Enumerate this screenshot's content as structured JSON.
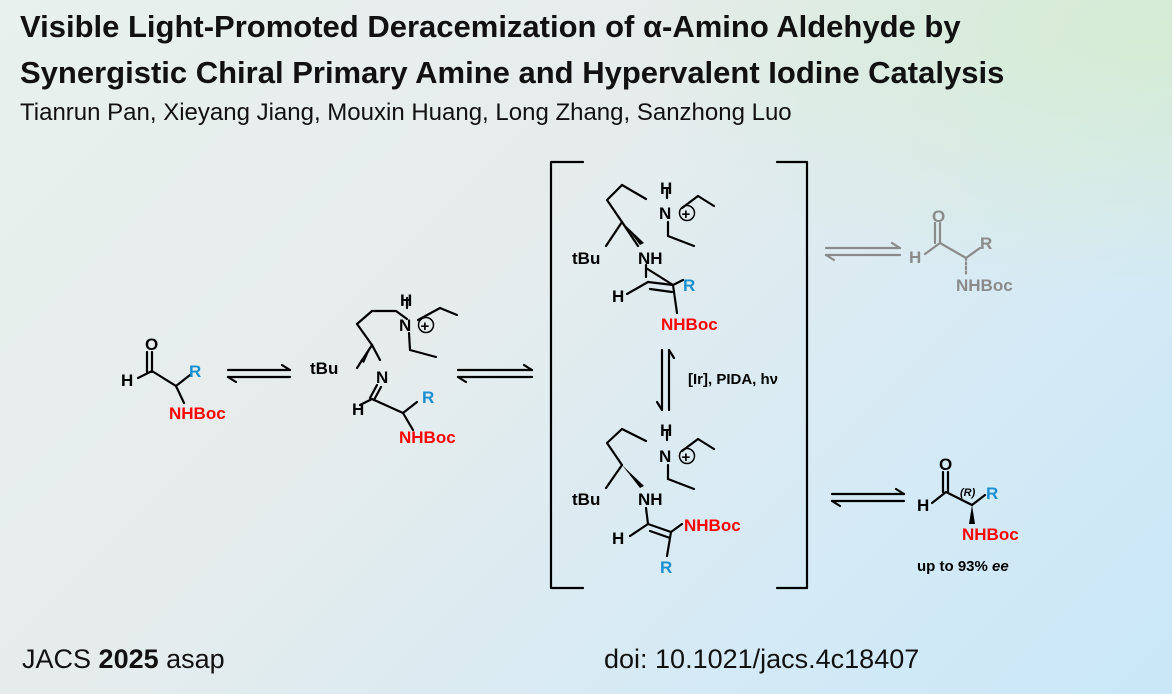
{
  "paper": {
    "title_line1": "Visible Light-Promoted Deracemization of α-Amino Aldehyde by",
    "title_line2": "Synergistic Chiral Primary Amine and Hypervalent Iodine Catalysis",
    "authors": "Tianrun Pan, Xieyang Jiang, Mouxin Huang, Long Zhang, Sanzhong Luo",
    "journal": "JACS",
    "year": "2025",
    "status": "asap",
    "doi": "doi: 10.1021/jacs.4c18407"
  },
  "scheme": {
    "labels": {
      "oxygen": "O",
      "hydrogen": "H",
      "nitrogen": "N",
      "r_group": "R",
      "nhboc": "NHBoc",
      "nh": "NH",
      "tbu": "tBu",
      "plus": "+",
      "stereo_r": "(R)"
    },
    "conditions": "[Ir], PIDA, hν",
    "selectivity_prefix": "up to 93% ",
    "selectivity_unit": "ee"
  }
}
